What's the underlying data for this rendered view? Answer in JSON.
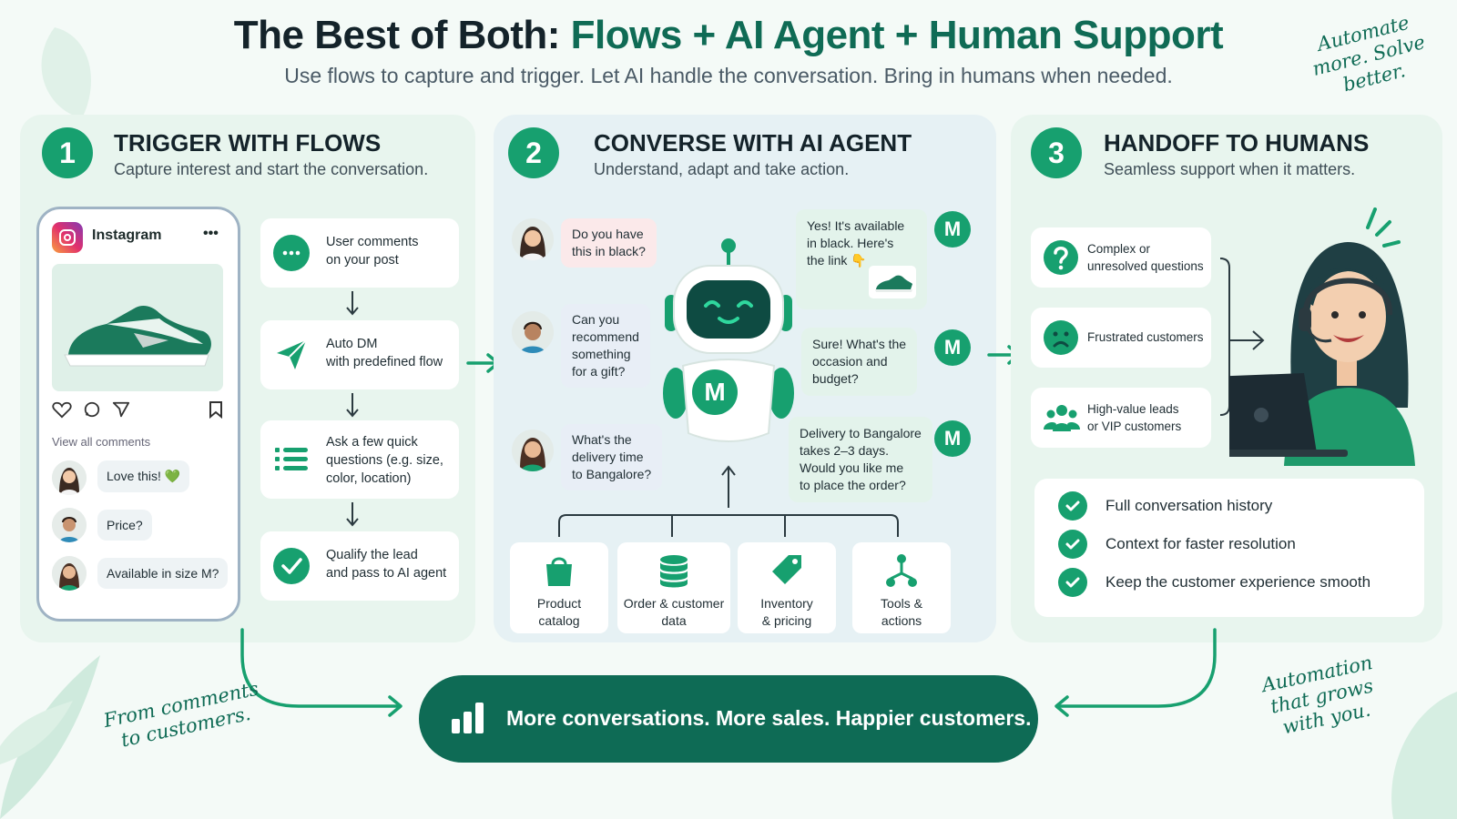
{
  "header": {
    "title_part1": "The Best of Both:",
    "title_part2": "Flows + AI Agent + Human Support",
    "subtitle": "Use flows to capture and trigger. Let AI handle the conversation. Bring in humans when needed."
  },
  "handwritten": {
    "top_right": [
      "Automate",
      "more. Solve",
      "better."
    ],
    "bottom_left": [
      "From comments",
      "to customers."
    ],
    "bottom_right": [
      "Automation",
      "that grows",
      "with you."
    ]
  },
  "colors": {
    "accent": "#17a06f",
    "dark_green": "#0e6b55",
    "title_dark": "#14232a"
  },
  "step1": {
    "number": "1",
    "title": "TRIGGER WITH FLOWS",
    "subtitle": "Capture interest and start the conversation.",
    "phone": {
      "app_name": "Instagram",
      "menu": "•••",
      "view_comments": "View all comments",
      "comments": [
        {
          "text": "Love this!",
          "emoji": "💚"
        },
        {
          "text": "Price?"
        },
        {
          "text": "Available in size M?"
        }
      ]
    },
    "flow_steps": [
      {
        "icon": "chat-dots-icon",
        "text": [
          "User comments",
          "on your post"
        ]
      },
      {
        "icon": "paper-plane-icon",
        "text": [
          "Auto DM",
          "with predefined flow"
        ]
      },
      {
        "icon": "list-icon",
        "text": [
          "Ask a few quick",
          "questions (e.g. size,",
          "color, location)"
        ]
      },
      {
        "icon": "check-circle-icon",
        "text": [
          "Qualify the lead",
          "and pass to AI agent"
        ]
      }
    ]
  },
  "step2": {
    "number": "2",
    "title": "CONVERSE WITH AI AGENT",
    "subtitle": "Understand, adapt and take action.",
    "bot_badge": "M",
    "questions": [
      [
        "Do you have",
        "this in black?"
      ],
      [
        "Can you",
        "recommend",
        "something",
        "for a gift?"
      ],
      [
        "What's the",
        "delivery time",
        "to Bangalore?"
      ]
    ],
    "answers": [
      [
        "Yes! It's available",
        "in black. Here's",
        "the link 👇"
      ],
      [
        "Sure! What's the",
        "occasion and",
        "budget?"
      ],
      [
        "Delivery to Bangalore",
        "takes 2–3 days.",
        "Would you like me",
        "to place the order?"
      ]
    ],
    "sources": [
      {
        "icon": "shopping-bag-icon",
        "label": [
          "Product",
          "catalog"
        ]
      },
      {
        "icon": "database-icon",
        "label": [
          "Order & customer",
          "data"
        ]
      },
      {
        "icon": "price-tag-icon",
        "label": [
          "Inventory",
          "& pricing"
        ]
      },
      {
        "icon": "network-icon",
        "label": [
          "Tools &",
          "actions"
        ]
      }
    ]
  },
  "step3": {
    "number": "3",
    "title": "HANDOFF TO HUMANS",
    "subtitle": "Seamless support when it matters.",
    "reasons": [
      {
        "icon": "question-icon",
        "text": [
          "Complex or",
          "unresolved questions"
        ]
      },
      {
        "icon": "sad-face-icon",
        "text": [
          "Frustrated customers"
        ]
      },
      {
        "icon": "group-icon",
        "text": [
          "High-value leads",
          "or VIP customers"
        ]
      }
    ],
    "benefits": [
      "Full conversation history",
      "Context for faster resolution",
      "Keep the customer experience smooth"
    ]
  },
  "banner": {
    "text": "More conversations. More sales. Happier customers."
  }
}
